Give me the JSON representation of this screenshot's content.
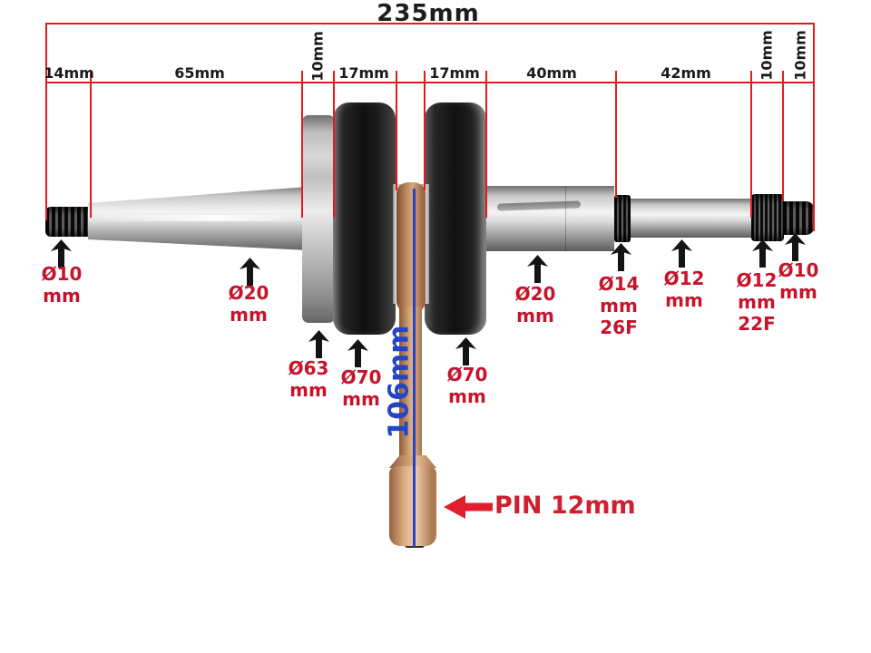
{
  "diagram": {
    "type": "crankshaft-dimension-drawing",
    "overall": {
      "label": "235mm"
    },
    "segments": [
      {
        "label": "14mm",
        "rotated": false
      },
      {
        "label": "65mm",
        "rotated": false
      },
      {
        "label": "10mm",
        "rotated": true
      },
      {
        "label": "17mm",
        "rotated": false
      },
      {
        "label": "17mm",
        "rotated": false
      },
      {
        "label": "40mm",
        "rotated": false
      },
      {
        "label": "42mm",
        "rotated": false
      },
      {
        "label": "10mm",
        "rotated": true
      },
      {
        "label": "10mm",
        "rotated": true
      }
    ],
    "diameters": [
      {
        "part": "left-thread-stub",
        "lines": [
          "Ø10",
          "mm"
        ]
      },
      {
        "part": "tapered-shaft-end",
        "lines": [
          "Ø20",
          "mm"
        ]
      },
      {
        "part": "balance-collar",
        "lines": [
          "Ø63",
          "mm"
        ]
      },
      {
        "part": "left-crank-web",
        "lines": [
          "Ø70",
          "mm"
        ]
      },
      {
        "part": "right-crank-web",
        "lines": [
          "Ø70",
          "mm"
        ]
      },
      {
        "part": "right-main-shaft",
        "lines": [
          "Ø20",
          "mm"
        ]
      },
      {
        "part": "timing-gear",
        "lines": [
          "Ø14",
          "mm",
          "26F"
        ]
      },
      {
        "part": "mid-shaft",
        "lines": [
          "Ø12",
          "mm"
        ]
      },
      {
        "part": "spline-section",
        "lines": [
          "Ø12",
          "mm",
          "22F"
        ]
      },
      {
        "part": "right-thread-stub",
        "lines": [
          "Ø10",
          "mm"
        ]
      }
    ],
    "connecting_rod": {
      "length_label": "106mm",
      "pin_label": "PIN 12mm"
    },
    "icons": {
      "callout_arrow": "up-arrow",
      "pin_arrow": "left-arrow"
    },
    "colors": {
      "dimension_line_red": "#e51a20",
      "diameter_label_red": "#c5142c",
      "pin_label_red": "#d01f2f",
      "rod_length_blue": "#2444c6",
      "dimension_text_black": "#1a1a1a",
      "background": "#ffffff"
    }
  }
}
